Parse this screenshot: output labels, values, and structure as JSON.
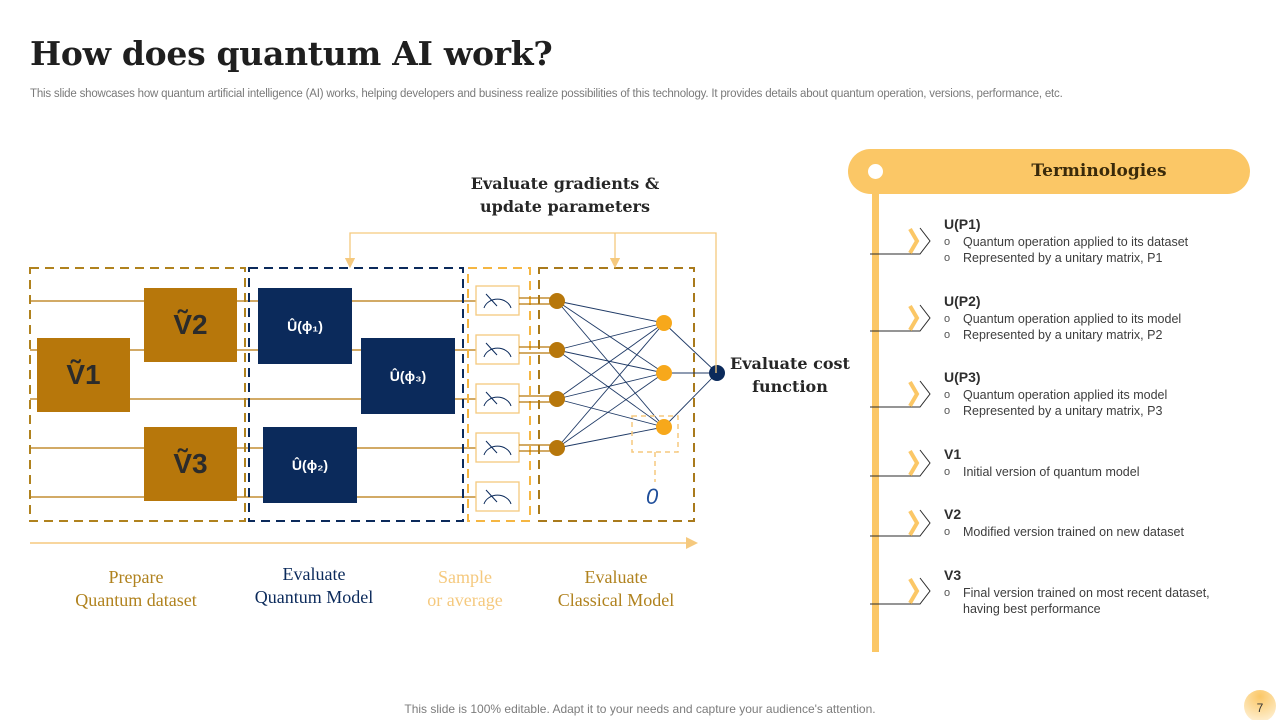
{
  "slide": {
    "title": "How does quantum AI work?",
    "subtitle": "This slide showcases how quantum artificial intelligence (AI) works, helping developers and business realize possibilities of this technology. It provides details about quantum operation, versions, performance, etc.",
    "footer": "This slide is 100% editable. Adapt it to your needs and capture your audience's attention.",
    "page_number": "7"
  },
  "colors": {
    "gold_dark": "#b7770b",
    "navy": "#0b2a5b",
    "gold_light": "#fbc766",
    "orange_node": "#f7a81b",
    "stage_prepare": "#b0821e",
    "stage_quantum": "#0b2a5b",
    "stage_sample": "#f5c97e",
    "stage_classical": "#b0821e"
  },
  "diagram": {
    "feedback_label_line1": "Evaluate gradients &",
    "feedback_label_line2": "update parameters",
    "cost_label_line1": "Evaluate cost",
    "cost_label_line2": "function",
    "zero_label": "0",
    "gates": {
      "v1": {
        "base": "Ṽ",
        "sub": "1"
      },
      "v2": {
        "base": "Ṽ",
        "sub": "2"
      },
      "v3": {
        "base": "Ṽ",
        "sub": "3"
      },
      "u1": "Û(ϕ₁)",
      "u2": "Û(ϕ₂)",
      "u3": "Û(ϕ₃)"
    },
    "measurement_count": 5,
    "stages": [
      {
        "line1": "Prepare",
        "line2": "Quantum dataset"
      },
      {
        "line1": "Evaluate",
        "line2": "Quantum Model"
      },
      {
        "line1": "Sample",
        "line2": "or average"
      },
      {
        "line1": "Evaluate",
        "line2": "Classical Model"
      }
    ],
    "network": {
      "input_nodes": 4,
      "hidden_nodes": 3,
      "output_nodes": 1
    }
  },
  "terminologies": {
    "title": "Terminologies",
    "items": [
      {
        "heading": "U(P1)",
        "bullets": [
          "Quantum operation  applied to its dataset",
          "Represented  by a unitary matrix, P1"
        ]
      },
      {
        "heading": "U(P2)",
        "bullets": [
          "Quantum operation  applied to its model",
          "Represented  by a unitary matrix, P2"
        ]
      },
      {
        "heading": "U(P3)",
        "bullets": [
          "Quantum operation  applied its model",
          "Represented  by a unitary matrix, P3"
        ]
      },
      {
        "heading": "V1",
        "bullets": [
          "Initial version  of quantum  model"
        ]
      },
      {
        "heading": "V2",
        "bullets": [
          "Modified  version  trained  on new dataset"
        ]
      },
      {
        "heading": "V3",
        "bullets": [
          "Final version  trained on most recent dataset, having  best performance"
        ]
      }
    ]
  }
}
